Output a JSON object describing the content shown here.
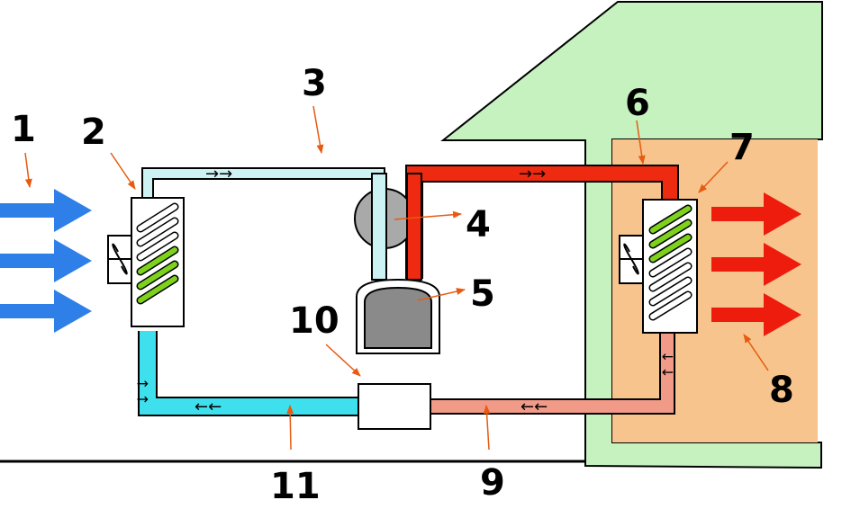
{
  "labels": {
    "n1": "1",
    "n2": "2",
    "n3": "3",
    "n4": "4",
    "n5": "5",
    "n6": "6",
    "n7": "7",
    "n8": "8",
    "n9": "9",
    "n10": "10",
    "n11": "11"
  },
  "flow_marks": {
    "top_left": "→→",
    "top_right": "→→",
    "bottom_right": "←←",
    "bottom_left": "←←",
    "left_riser": "↑↑",
    "right_down": "↓↓"
  },
  "colors": {
    "cold_air": "#2f7fe8",
    "hot_air": "#ee1c0c",
    "cold_gas": "#cdf2f4",
    "hot_gas": "#ee2a10",
    "cold_liquid": "#3de0ec",
    "warm_liquid": "#f29a88",
    "coil_green": "#7ed21c",
    "house": "#c6f2c0",
    "room": "#f6c48c",
    "leader": "#e85a10"
  }
}
